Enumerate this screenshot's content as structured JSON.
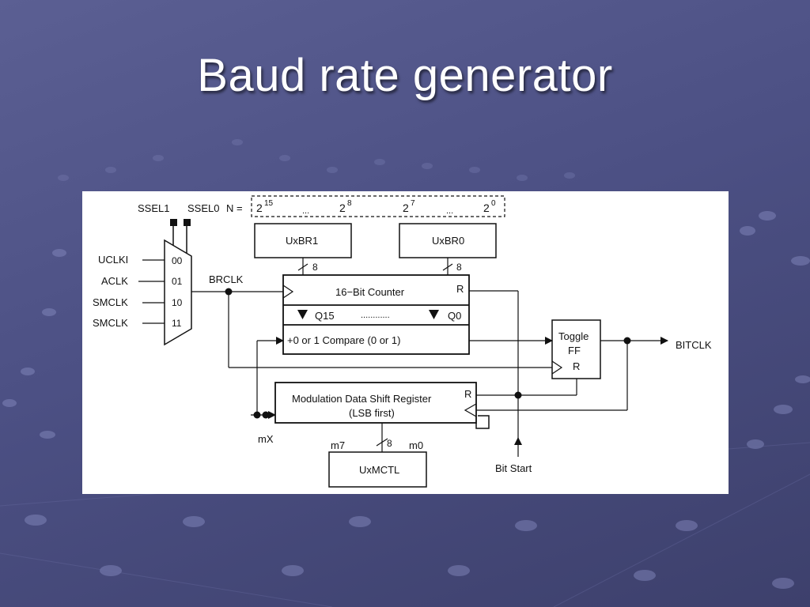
{
  "slide": {
    "title": "Baud rate generator"
  },
  "diagram": {
    "sel": {
      "ssel1": "SSEL1",
      "ssel0": "SSEL0",
      "n_label": "N ="
    },
    "powers": {
      "p15_base": "2",
      "p15_exp": "15",
      "dots1": "...",
      "p8_base": "2",
      "p8_exp": "8",
      "p7_base": "2",
      "p7_exp": "7",
      "dots2": "...",
      "p0_base": "2",
      "p0_exp": "0"
    },
    "mux": {
      "inputs": [
        "UCLKI",
        "ACLK",
        "SMCLK",
        "SMCLK"
      ],
      "codes": [
        "00",
        "01",
        "10",
        "11"
      ],
      "output": "BRCLK"
    },
    "registers": {
      "uxbr1": "UxBR1",
      "uxbr0": "UxBR0",
      "bus8a": "8",
      "bus8b": "8"
    },
    "counter": {
      "label": "16−Bit Counter",
      "reset": "R",
      "q15": "Q15",
      "dots": "............",
      "q0": "Q0"
    },
    "compare": {
      "label": "+0 or 1 Compare (0 or 1)"
    },
    "toggle": {
      "line1": "Toggle",
      "line2": "FF",
      "reset": "R"
    },
    "output": {
      "label": "BITCLK"
    },
    "modulation": {
      "line1": "Modulation Data Shift Register",
      "line2": "(LSB first)",
      "reset": "R",
      "mx": "mX"
    },
    "mctl": {
      "label": "UxMCTL",
      "m7": "m7",
      "bus8": "8",
      "m0": "m0"
    },
    "bitstart": {
      "label": "Bit Start"
    }
  }
}
